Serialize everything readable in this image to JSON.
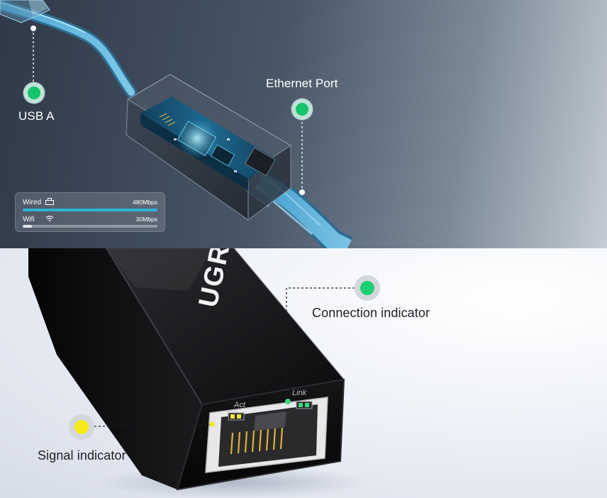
{
  "callouts": {
    "usb_a": "USB A",
    "ethernet_port": "Ethernet Port",
    "connection_indicator": "Connection indicator",
    "signal_indicator": "Signal indicator"
  },
  "speed_widget": {
    "rows": [
      {
        "name": "Wired",
        "icon": "ethernet-icon",
        "rate": "480Mbps",
        "level": 1.0,
        "color": "#2fb3d6"
      },
      {
        "name": "Wifi",
        "icon": "wifi-icon",
        "rate": "30Mbps",
        "level": 0.07,
        "color": "#dfe6ec"
      }
    ]
  },
  "device": {
    "brand": "UGREEN",
    "brand_visible": "UGRE",
    "port_label_act": "Act",
    "port_label_link": "Link"
  },
  "colors": {
    "indicator_green": "#16c46b",
    "indicator_yellow": "#f6ea1a",
    "wired_bar": "#2fb3d6"
  }
}
